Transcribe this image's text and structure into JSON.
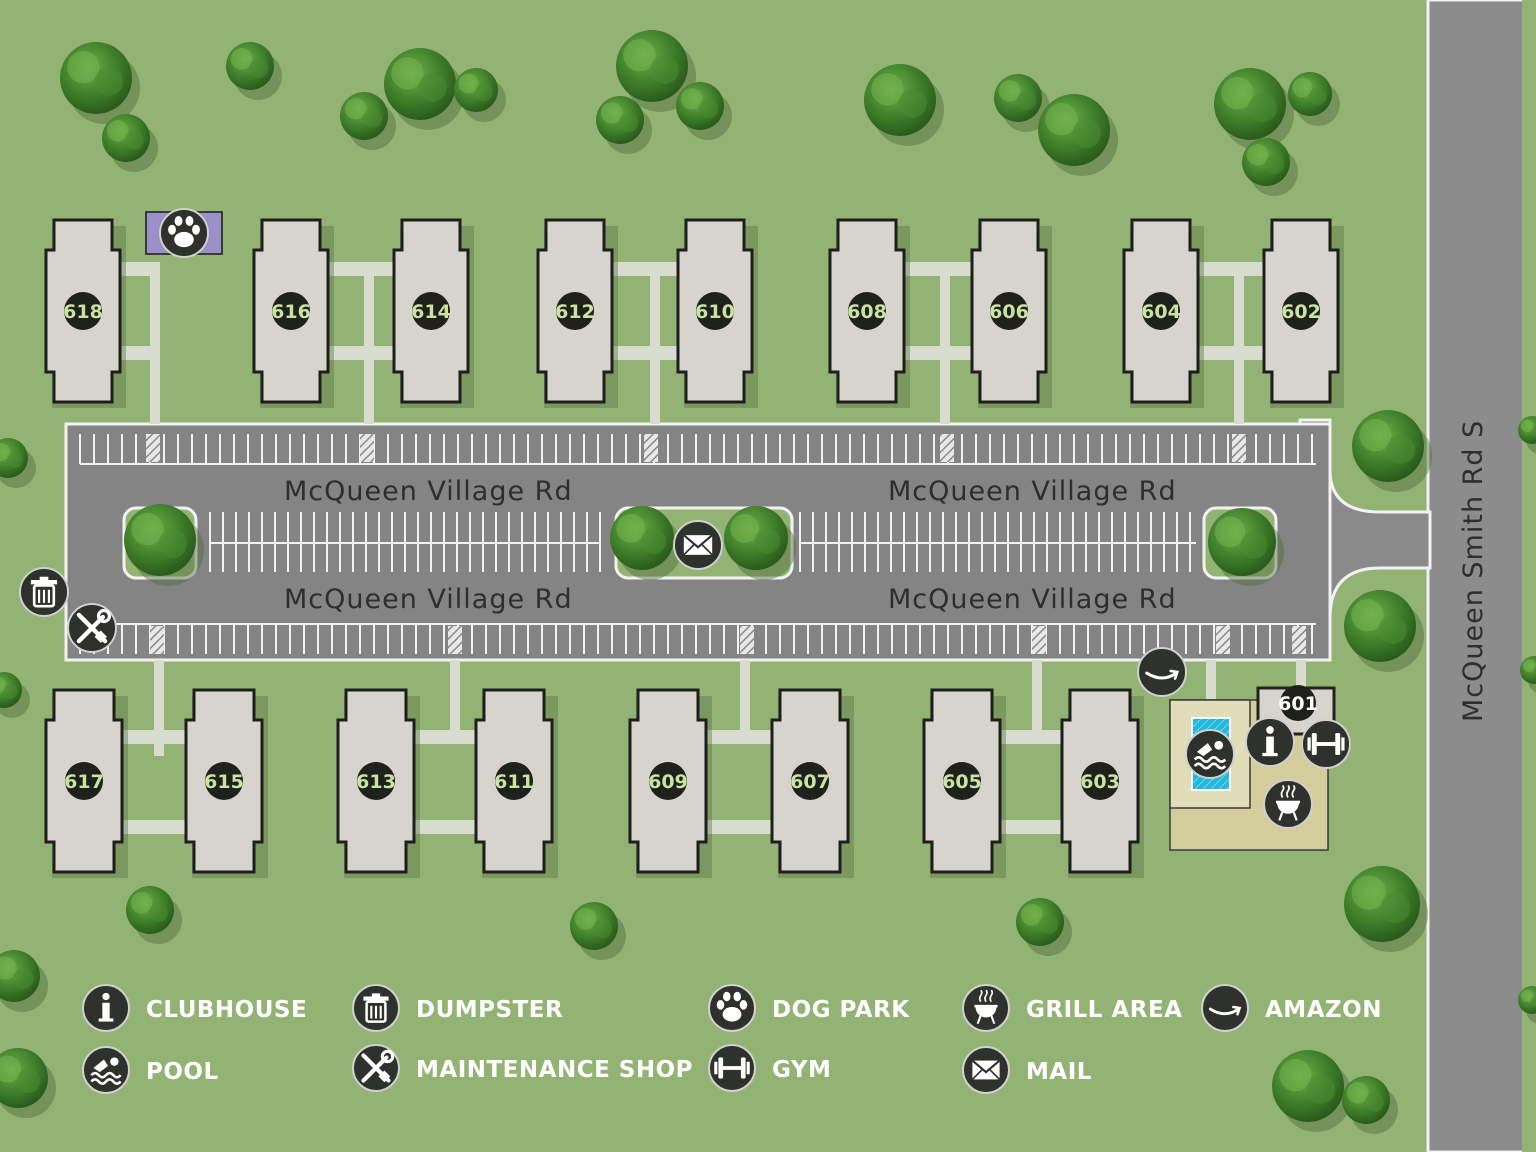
{
  "colors": {
    "grass": "#93b374",
    "road": "#838383",
    "building": "#d7d4cd",
    "walkway": "#d5d9cc",
    "icon_bg": "#2e312c",
    "label_green": "#c9e3a0",
    "dog_park": "#9b8fc7",
    "pool_water": "#1fb5d6",
    "amenity_area": "#d2cc9b"
  },
  "streets": {
    "village_rd": "McQueen Village Rd",
    "smith_rd": "McQueen Smith Rd S"
  },
  "buildings": {
    "north": [
      "618",
      "616",
      "614",
      "612",
      "610",
      "608",
      "606",
      "604",
      "602"
    ],
    "south": [
      "617",
      "615",
      "613",
      "611",
      "609",
      "607",
      "605",
      "603"
    ],
    "clubhouse": "601"
  },
  "legend": [
    {
      "icon": "info-icon",
      "label": "CLUBHOUSE"
    },
    {
      "icon": "pool-icon",
      "label": "POOL"
    },
    {
      "icon": "dumpster-icon",
      "label": "DUMPSTER"
    },
    {
      "icon": "maintenance-icon",
      "label": "MAINTENANCE SHOP"
    },
    {
      "icon": "paw-icon",
      "label": "DOG PARK"
    },
    {
      "icon": "dumbbell-icon",
      "label": "GYM"
    },
    {
      "icon": "grill-icon",
      "label": "GRILL AREA"
    },
    {
      "icon": "mail-icon",
      "label": "MAIL"
    },
    {
      "icon": "amazon-icon",
      "label": "AMAZON"
    }
  ]
}
